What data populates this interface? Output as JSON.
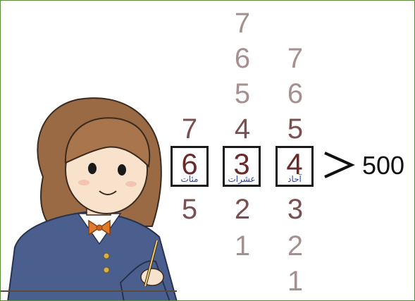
{
  "columns": {
    "hundreds": {
      "above": [
        "7"
      ],
      "boxed": "6",
      "caption": "مئات",
      "below": [
        "5"
      ]
    },
    "tens": {
      "above": [
        "7",
        "6",
        "5",
        "4"
      ],
      "boxed": "3",
      "caption": "عشرات",
      "below": [
        "2",
        "1"
      ]
    },
    "ones": {
      "above": [
        "7",
        "6",
        "5"
      ],
      "boxed": "4",
      "caption": "آحاد",
      "below": [
        "3",
        "2",
        "1"
      ]
    }
  },
  "comparison": {
    "number": "500"
  },
  "colors": {
    "frame": "#5a8a3c",
    "digit_faint": "#a68f8f",
    "digit_mid": "#7a4f4f",
    "boxed_digit": "#6b2a2a",
    "caption": "#2b3fa8"
  }
}
